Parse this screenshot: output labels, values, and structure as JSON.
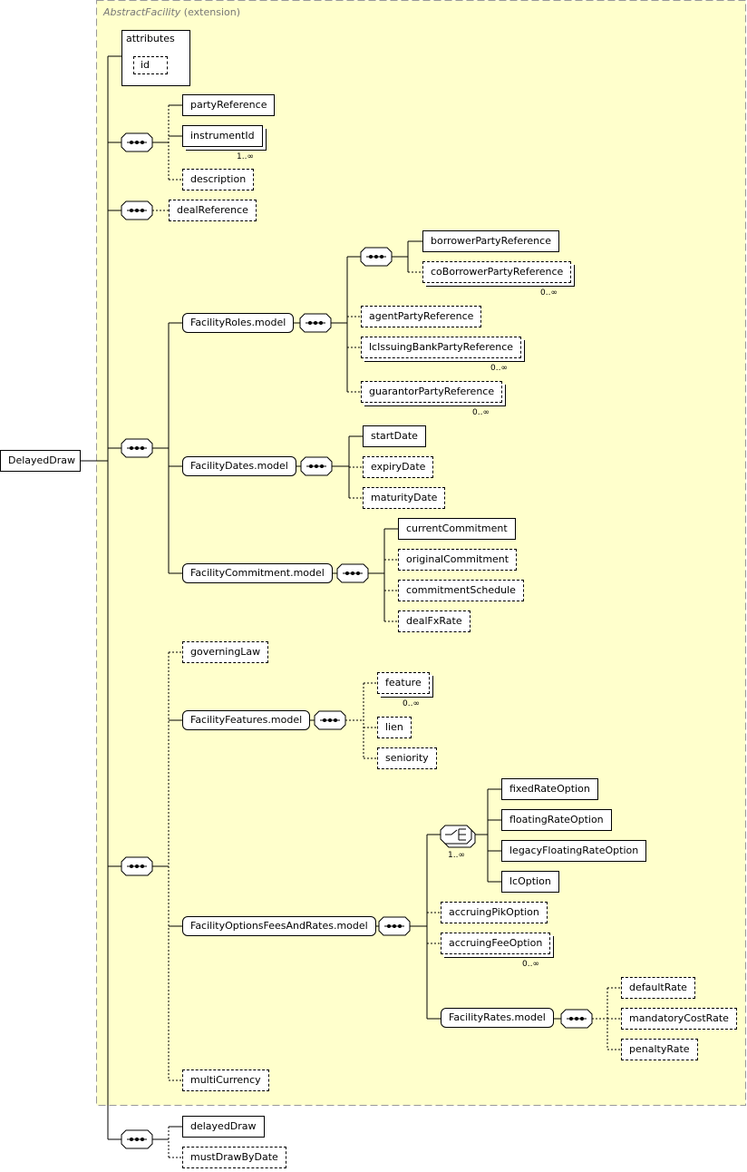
{
  "ext": {
    "base": "AbstractFacility",
    "suffix": "(extension)"
  },
  "root": "DelayedDraw",
  "attributes": {
    "label": "attributes",
    "id": "id"
  },
  "nodes": {
    "partyReference": "partyReference",
    "instrumentId": "instrumentId",
    "description": "description",
    "dealReference": "dealReference",
    "facilityRoles": "FacilityRoles.model",
    "borrowerPartyReference": "borrowerPartyReference",
    "coBorrowerPartyReference": "coBorrowerPartyReference",
    "agentPartyReference": "agentPartyReference",
    "lcIssuingBankPartyReference": "lcIssuingBankPartyReference",
    "guarantorPartyReference": "guarantorPartyReference",
    "facilityDates": "FacilityDates.model",
    "startDate": "startDate",
    "expiryDate": "expiryDate",
    "maturityDate": "maturityDate",
    "facilityCommitment": "FacilityCommitment.model",
    "currentCommitment": "currentCommitment",
    "originalCommitment": "originalCommitment",
    "commitmentSchedule": "commitmentSchedule",
    "dealFxRate": "dealFxRate",
    "governingLaw": "governingLaw",
    "facilityFeatures": "FacilityFeatures.model",
    "feature": "feature",
    "lien": "lien",
    "seniority": "seniority",
    "facilityOptions": "FacilityOptionsFeesAndRates.model",
    "fixedRateOption": "fixedRateOption",
    "floatingRateOption": "floatingRateOption",
    "legacyFloatingRateOption": "legacyFloatingRateOption",
    "lcOption": "lcOption",
    "accruingPikOption": "accruingPikOption",
    "accruingFeeOption": "accruingFeeOption",
    "facilityRates": "FacilityRates.model",
    "defaultRate": "defaultRate",
    "mandatoryCostRate": "mandatoryCostRate",
    "penaltyRate": "penaltyRate",
    "multiCurrency": "multiCurrency",
    "delayedDraw": "delayedDraw",
    "mustDrawByDate": "mustDrawByDate"
  },
  "cards": {
    "instrumentId": "1..∞",
    "coBorrower": "0..∞",
    "lcIssuing": "0..∞",
    "guarantor": "0..∞",
    "feature": "0..∞",
    "choice": "1..∞",
    "accruingFee": "0..∞"
  },
  "colors": {
    "extension_bg": "#ffffcc",
    "line": "#000000"
  }
}
